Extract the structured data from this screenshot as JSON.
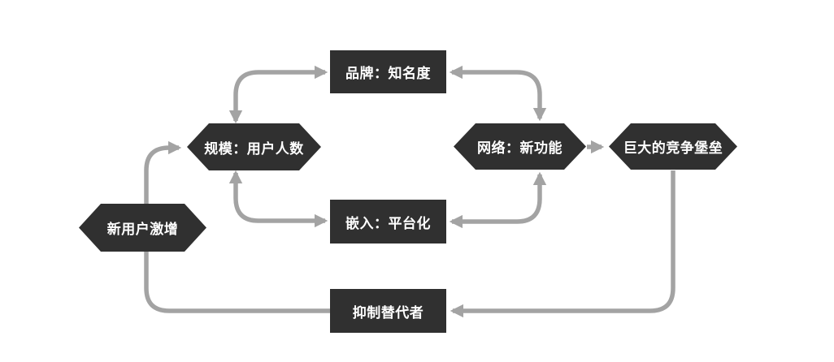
{
  "diagram": {
    "type": "flow-diagram",
    "colors": {
      "node_fill": "#303030",
      "node_text": "#ffffff",
      "arrow": "#a3a3a3",
      "background": "#ffffff"
    },
    "nodes": {
      "surge": {
        "label": "新用户激增",
        "shape": "hexagon"
      },
      "scale": {
        "label": "规模：用户人数",
        "shape": "hexagon"
      },
      "brand": {
        "label": "品牌：知名度",
        "shape": "rectangle"
      },
      "embed": {
        "label": "嵌入：平台化",
        "shape": "rectangle"
      },
      "network": {
        "label": "网络：新功能",
        "shape": "hexagon"
      },
      "fortress": {
        "label": "巨大的竞争堡垒",
        "shape": "hexagon"
      },
      "suppress": {
        "label": "抑制替代者",
        "shape": "rectangle"
      }
    },
    "edges": [
      {
        "from": "scale",
        "to": "brand",
        "bidirectional": true
      },
      {
        "from": "brand",
        "to": "network",
        "bidirectional": true
      },
      {
        "from": "scale",
        "to": "embed",
        "bidirectional": true
      },
      {
        "from": "embed",
        "to": "network",
        "bidirectional": true
      },
      {
        "from": "network",
        "to": "fortress",
        "bidirectional": false
      },
      {
        "from": "fortress",
        "to": "suppress",
        "bidirectional": false
      },
      {
        "from": "suppress",
        "to": "scale",
        "bidirectional": false,
        "passes_through": "surge"
      }
    ]
  }
}
